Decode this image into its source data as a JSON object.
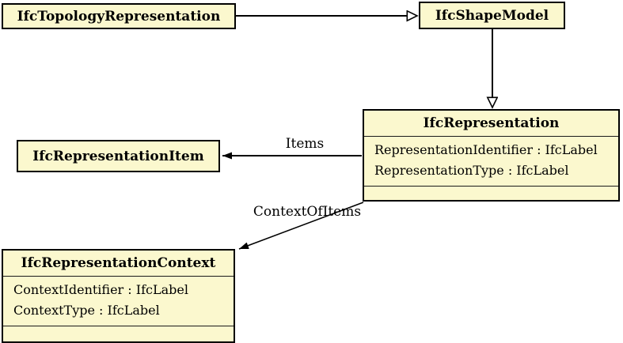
{
  "classes": {
    "topology_representation": {
      "name": "IfcTopologyRepresentation"
    },
    "shape_model": {
      "name": "IfcShapeModel"
    },
    "representation": {
      "name": "IfcRepresentation",
      "attributes": [
        "RepresentationIdentifier : IfcLabel",
        "RepresentationType : IfcLabel"
      ]
    },
    "representation_item": {
      "name": "IfcRepresentationItem"
    },
    "representation_context": {
      "name": "IfcRepresentationContext",
      "attributes": [
        "ContextIdentifier : IfcLabel",
        "ContextType : IfcLabel"
      ]
    }
  },
  "relations": {
    "items": {
      "label": "Items"
    },
    "context_of_items": {
      "label": "ContextOfItems"
    }
  },
  "colors": {
    "class_fill": "#FBF8CE",
    "class_border": "#000000",
    "canvas_background": "#FFFFFF"
  }
}
